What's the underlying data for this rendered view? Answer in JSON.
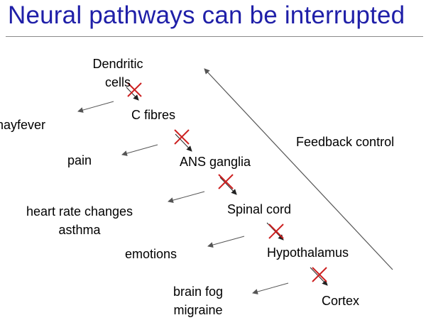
{
  "title": "Neural pathways can be interrupted",
  "colors": {
    "title": "#1f1fa8",
    "cross": "#cc2020",
    "arrow": "#555555",
    "rule": "#8a8a8a"
  },
  "pathway": {
    "nodes": [
      {
        "id": "dendritic",
        "lines": [
          "Dendritic",
          "cells"
        ]
      },
      {
        "id": "c-fibres",
        "lines": [
          "C fibres"
        ]
      },
      {
        "id": "ans-ganglia",
        "lines": [
          "ANS ganglia"
        ]
      },
      {
        "id": "spinal-cord",
        "lines": [
          "Spinal cord"
        ]
      },
      {
        "id": "hypothalamus",
        "lines": [
          "Hypothalamus"
        ]
      },
      {
        "id": "cortex",
        "lines": [
          "Cortex"
        ]
      }
    ],
    "effects": [
      {
        "id": "hayfever",
        "lines": [
          "hayfever"
        ]
      },
      {
        "id": "pain",
        "lines": [
          "pain"
        ]
      },
      {
        "id": "heart-rate",
        "lines": [
          "heart rate changes",
          "asthma"
        ]
      },
      {
        "id": "emotions",
        "lines": [
          "emotions"
        ]
      },
      {
        "id": "brain-fog",
        "lines": [
          "brain fog",
          "migraine"
        ]
      }
    ],
    "feedback_label": "Feedback control"
  }
}
